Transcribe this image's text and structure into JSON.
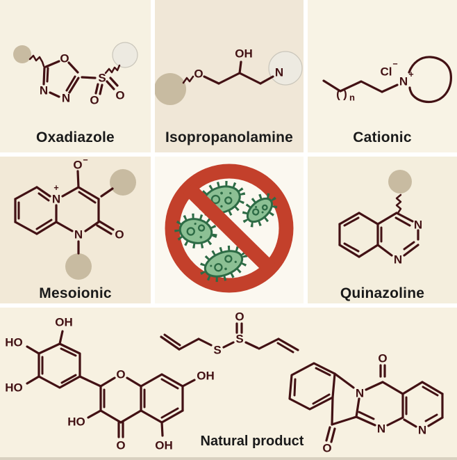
{
  "figure_type": "chemical-structure-montage",
  "center_symbol": "prohibition-sign-over-bacteria",
  "colors": {
    "bond": "#421114",
    "title_text": "#1a1a1a",
    "gutter": "#ffffff",
    "prohibition_red": "#c3402b",
    "bacteria_fill": "#8cc094",
    "bacteria_outline": "#2d6b45",
    "r_group_tan": "#c8bba1",
    "r_group_light": "#edeae1",
    "panel_tl_bg": "#f6f1e2",
    "panel_tm_bg": "#f0e7d7",
    "panel_tr_bg": "#f8f3e5",
    "panel_ml_bg": "#f2e9d7",
    "panel_mc_bg": "#fbf8f0",
    "panel_mr_bg": "#f4eedd",
    "panel_bottom_bg": "#f7f1e1",
    "bottom_strip": "#d9d1c0"
  },
  "panels": {
    "oxadiazole": {
      "title": "Oxadiazole",
      "atoms": [
        "O",
        "N",
        "N",
        "S",
        "O",
        "O"
      ]
    },
    "isopropanolamine": {
      "title": "Isopropanolamine",
      "atoms": [
        "O",
        "OH",
        "N"
      ]
    },
    "cationic": {
      "title": "Cationic",
      "atoms": [
        "(",
        ")",
        "n",
        "Cl",
        "−",
        "N",
        "+"
      ]
    },
    "mesoionic": {
      "title": "Mesoionic",
      "atoms": [
        "O",
        "−",
        "N",
        "+",
        "N",
        "O"
      ]
    },
    "center": {
      "symbol": "no-bacteria"
    },
    "quinazoline": {
      "title": "Quinazoline",
      "atoms": [
        "N",
        "N"
      ]
    },
    "natural_product": {
      "title": "Natural product",
      "flavonoid_atoms": [
        "OH",
        "HO",
        "HO",
        "O",
        "HO",
        "O",
        "OH",
        "OH"
      ],
      "thiosulfinate_atoms": [
        "S",
        "S",
        "O"
      ],
      "alkaloid_atoms": [
        "N",
        "O",
        "N",
        "N",
        "O"
      ]
    }
  }
}
